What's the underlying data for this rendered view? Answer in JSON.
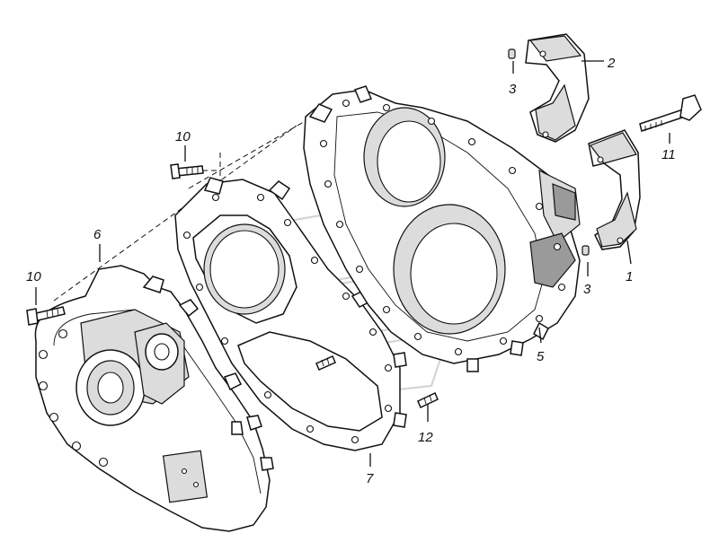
{
  "callouts": [
    {
      "id": "c1",
      "text": "1"
    },
    {
      "id": "c2",
      "text": "2"
    },
    {
      "id": "c3a",
      "text": "3"
    },
    {
      "id": "c3b",
      "text": "3"
    },
    {
      "id": "c5",
      "text": "5"
    },
    {
      "id": "c6",
      "text": "6"
    },
    {
      "id": "c7",
      "text": "7"
    },
    {
      "id": "c10a",
      "text": "10"
    },
    {
      "id": "c10b",
      "text": "10"
    },
    {
      "id": "c11",
      "text": "11"
    },
    {
      "id": "c12",
      "text": "12"
    }
  ],
  "colors": {
    "line": "#111111",
    "shade": "#dcdcdc",
    "dark": "#9a9a9a",
    "watermark": "#d4d4d4"
  }
}
